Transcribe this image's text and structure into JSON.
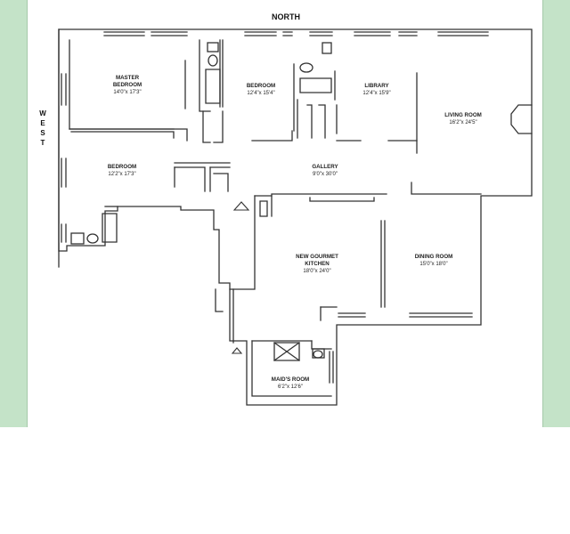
{
  "compass": {
    "north": "NORTH",
    "west": "WEST"
  },
  "rooms": {
    "master_bedroom": {
      "name_line1": "MASTER",
      "name_line2": "BEDROOM",
      "dims": "14'0\"x 17'3\""
    },
    "bedroom_north": {
      "name": "BEDROOM",
      "dims": "12'4\"x 15'4\""
    },
    "library": {
      "name": "LIBRARY",
      "dims": "12'4\"x 15'9\""
    },
    "living_room": {
      "name": "LIVING ROOM",
      "dims": "16'2\"x 24'5\""
    },
    "bedroom_west": {
      "name": "BEDROOM",
      "dims": "12'2\"x 17'3\""
    },
    "gallery": {
      "name": "GALLERY",
      "dims": "9'0\"x 30'0\""
    },
    "kitchen": {
      "name_line1": "NEW GOURMET",
      "name_line2": "KITCHEN",
      "dims": "18'0\"x 24'0\""
    },
    "dining_room": {
      "name": "DINING ROOM",
      "dims": "15'0\"x 18'0\""
    },
    "maids_room": {
      "name": "MAID'S ROOM",
      "dims": "6'2\"x 12'6\""
    }
  },
  "colors": {
    "side_band": "#c4e3c8",
    "wall": "#333333",
    "background": "#ffffff"
  }
}
